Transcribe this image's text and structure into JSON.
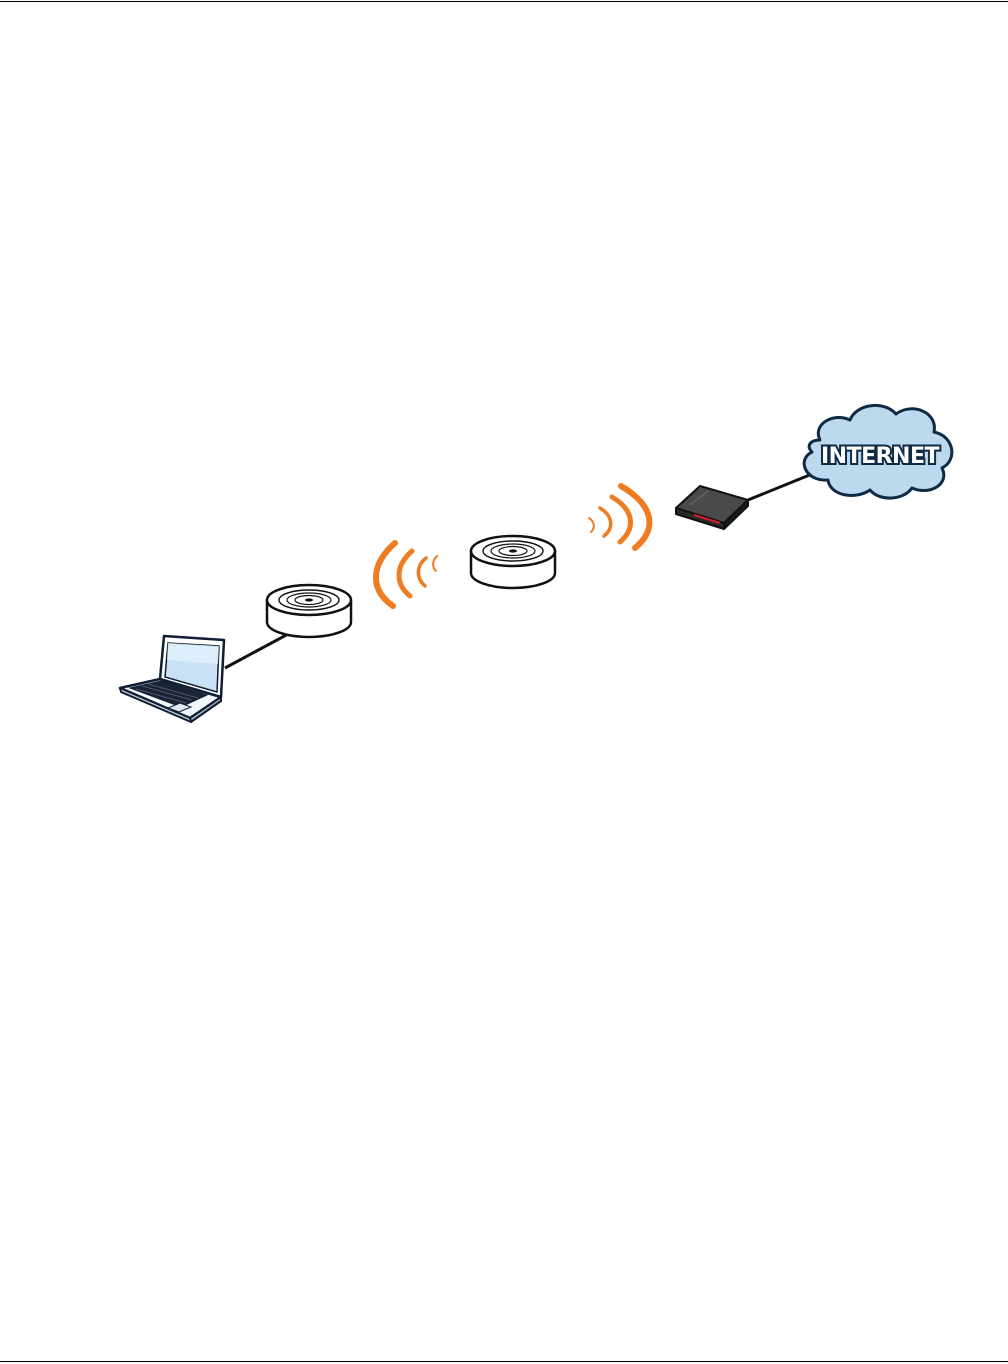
{
  "diagram": {
    "cloud_label": "INTERNET",
    "nodes": [
      {
        "id": "laptop",
        "type": "laptop",
        "icon": "laptop-icon"
      },
      {
        "id": "ap-root",
        "type": "access-point",
        "icon": "access-point-icon"
      },
      {
        "id": "ap-repeater",
        "type": "access-point",
        "icon": "access-point-icon"
      },
      {
        "id": "gateway",
        "type": "router",
        "icon": "router-icon"
      },
      {
        "id": "internet",
        "type": "cloud",
        "icon": "cloud-icon"
      }
    ],
    "links": [
      {
        "from": "laptop",
        "to": "ap-root",
        "kind": "wired"
      },
      {
        "from": "ap-root",
        "to": "ap-repeater",
        "kind": "wireless"
      },
      {
        "from": "ap-repeater",
        "to": "gateway",
        "kind": "wireless"
      },
      {
        "from": "gateway",
        "to": "internet",
        "kind": "wired"
      }
    ],
    "colors": {
      "wireless_signal": "#F07C22",
      "cloud_fill": "#BDD9EE",
      "cloud_stroke": "#0F2A44",
      "laptop_screen": "#C9E2F6",
      "router_body": "#2A2A2A",
      "router_led": "#D81E2C"
    }
  }
}
